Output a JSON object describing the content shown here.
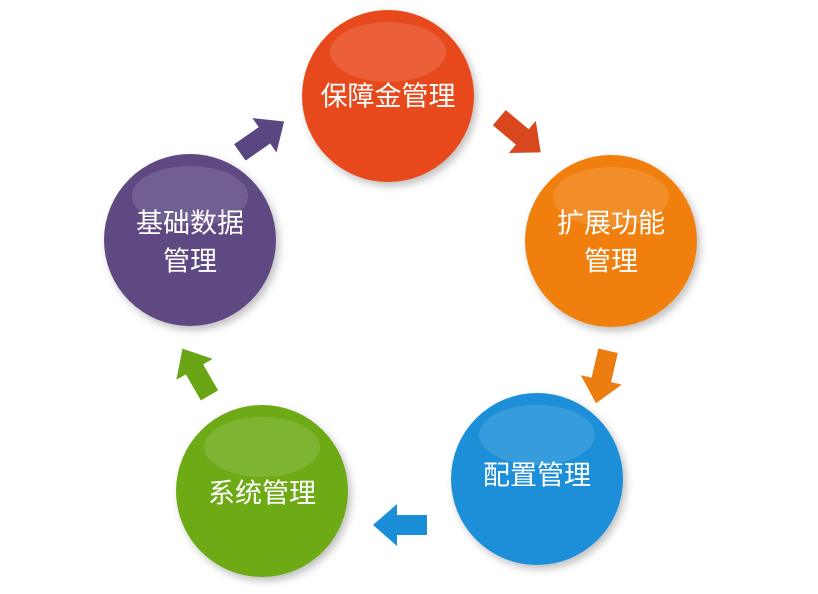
{
  "diagram": {
    "type": "cycle",
    "direction": "clockwise",
    "nodes": [
      {
        "lines": [
          "保障金管理"
        ],
        "color": "#e8481a"
      },
      {
        "lines": [
          "扩展功能",
          "管理"
        ],
        "color": "#f07f0c"
      },
      {
        "lines": [
          "配置管理"
        ],
        "color": "#1a8fd8"
      },
      {
        "lines": [
          "系统管理"
        ],
        "color": "#6ea914"
      },
      {
        "lines": [
          "基础数据",
          "管理"
        ],
        "color": "#5e4a82"
      }
    ],
    "arrows": [
      {
        "from": 0,
        "to": 1,
        "color": "#d9471f"
      },
      {
        "from": 1,
        "to": 2,
        "color": "#ec7d10"
      },
      {
        "from": 2,
        "to": 3,
        "color": "#1a8fd8"
      },
      {
        "from": 3,
        "to": 4,
        "color": "#6aa516"
      },
      {
        "from": 4,
        "to": 0,
        "color": "#5a4680"
      }
    ]
  }
}
